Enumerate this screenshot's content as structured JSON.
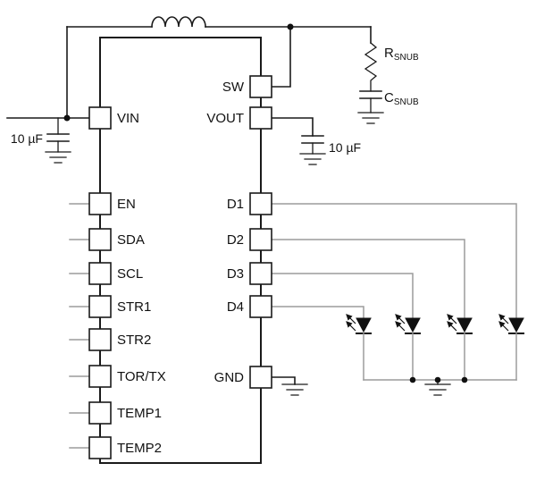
{
  "colors": {
    "wire": "#1a1a1a",
    "signal_wire": "#9c9c9c",
    "background": "#ffffff"
  },
  "ic": {
    "left_pins": [
      {
        "label": "VIN"
      },
      {
        "label": "EN"
      },
      {
        "label": "SDA"
      },
      {
        "label": "SCL"
      },
      {
        "label": "STR1"
      },
      {
        "label": "STR2"
      },
      {
        "label": "TOR/TX"
      },
      {
        "label": "TEMP1"
      },
      {
        "label": "TEMP2"
      }
    ],
    "right_pins": [
      {
        "label": "SW"
      },
      {
        "label": "VOUT"
      },
      {
        "label": "D1"
      },
      {
        "label": "D2"
      },
      {
        "label": "D3"
      },
      {
        "label": "D4"
      },
      {
        "label": "GND"
      }
    ]
  },
  "components": {
    "input_capacitor": {
      "value": "10 µF"
    },
    "output_capacitor": {
      "value": "10 µF"
    },
    "snubber_resistor": {
      "symbol": "R",
      "subscript": "SNUB"
    },
    "snubber_capacitor": {
      "symbol": "C",
      "subscript": "SNUB"
    },
    "led_count": 4
  }
}
